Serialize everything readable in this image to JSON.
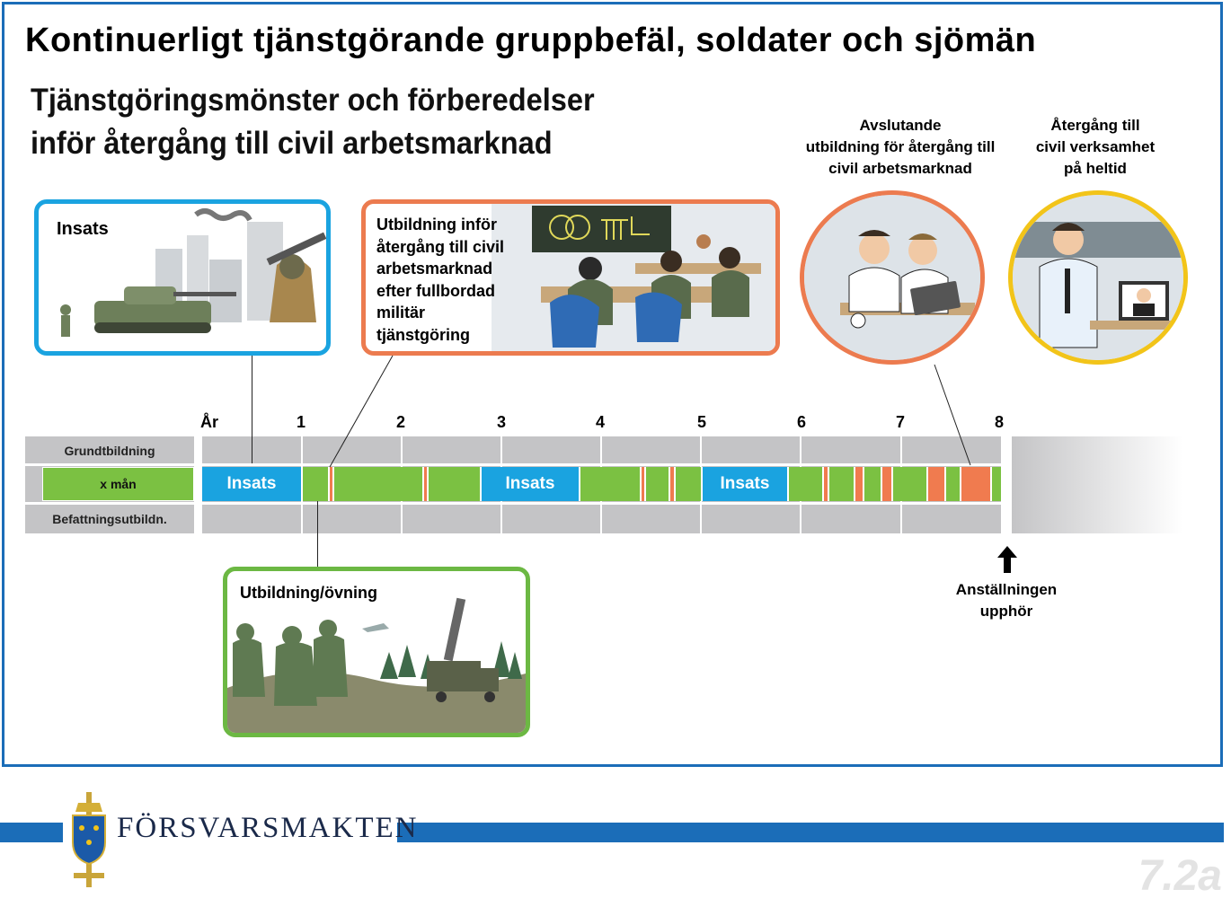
{
  "title": "Kontinuerligt tjänstgörande gruppbefäl, soldater och sjömän",
  "subtitle_line1": "Tjänstgöringsmönster och förberedelser",
  "subtitle_line2": "inför återgång till civil arbetsmarknad",
  "boxes": {
    "insats": "Insats",
    "civil_training": [
      "Utbildning inför",
      "återgång till civil",
      "arbetsmarknad",
      "efter fullbordad",
      "militär",
      "tjänstgöring"
    ],
    "exercise": "Utbildning/övning"
  },
  "circles": {
    "final_training": [
      "Avslutande",
      "utbildning för återgång till",
      "civil arbetsmarknad"
    ],
    "return_civil": [
      "Återgång till",
      "civil verksamhet",
      "på heltid"
    ]
  },
  "timeline": {
    "years": [
      "År",
      "1",
      "2",
      "3",
      "4",
      "5",
      "6",
      "7",
      "8"
    ],
    "row_labels": [
      "Grundtbildning",
      "x mån",
      "Befattningsutbildn."
    ],
    "segment_label": "Insats",
    "end_marker": [
      "Anställningen",
      "upphör"
    ]
  },
  "colors": {
    "frame": "#1b6db8",
    "insats": "#1aa3e0",
    "training": "#7bc142",
    "civil": "#f07b4f",
    "grey_row": "#c4c4c6"
  },
  "footer": {
    "brand": "FÖRSVARSMAKTEN",
    "page": "7.2a"
  }
}
